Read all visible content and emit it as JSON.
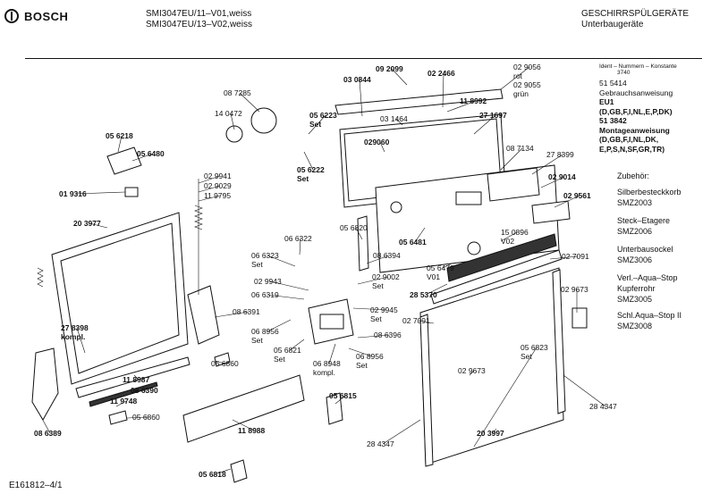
{
  "header": {
    "brand": "BOSCH",
    "model_lines": [
      "SMI3047EU/11–V01,weiss",
      "SMI3047EU/13–V02,weiss"
    ],
    "category_lines": [
      "GESCHIRRSPÜLGERÄTE",
      "Unterbaugeräte"
    ]
  },
  "side_panel": {
    "ident_header": "Ident – Nummern – Konstante",
    "ident_value": "3740",
    "lines": [
      {
        "text": "51 5414",
        "bold": false
      },
      {
        "text": "Gebrauchsanweisung",
        "bold": false
      },
      {
        "text": "EU1",
        "bold": true
      },
      {
        "text": "(D,GB,F,I,NL,E,P,DK)",
        "bold": true
      },
      {
        "text": "51 3842",
        "bold": true
      },
      {
        "text": "Montageanweisung",
        "bold": true
      },
      {
        "text": "(D,GB,F,I,NL,DK,",
        "bold": true
      },
      {
        "text": "E,P,S,N,SF,GR,TR)",
        "bold": true
      }
    ]
  },
  "accessories": {
    "title": "Zubehör:",
    "items": [
      [
        "Silberbesteckkorb",
        "SMZ2003"
      ],
      [
        "Steck–Etagere",
        "SMZ2006"
      ],
      [
        "Unterbausockel",
        "SMZ3006"
      ],
      [
        "Verl.–Aqua–Stop",
        "Kupferrohr",
        "SMZ3005"
      ],
      [
        "Schl.Aqua–Stop II",
        "SMZ3008"
      ]
    ]
  },
  "footer": {
    "code": "E161812–4/1"
  },
  "part_labels": [
    {
      "id": "087285",
      "lines": [
        "08 7285"
      ],
      "bold": false
    },
    {
      "id": "140472",
      "lines": [
        "14 0472"
      ],
      "bold": false
    },
    {
      "id": "056223",
      "lines": [
        "05 6223",
        "Set"
      ],
      "bold": true
    },
    {
      "id": "056222",
      "lines": [
        "05 6222",
        "Set"
      ],
      "bold": true
    },
    {
      "id": "030844",
      "lines": [
        "03 0844"
      ],
      "bold": true
    },
    {
      "id": "092099",
      "lines": [
        "09 2099"
      ],
      "bold": true
    },
    {
      "id": "022466",
      "lines": [
        "02 2466"
      ],
      "bold": true
    },
    {
      "id": "029056",
      "lines": [
        "02 9056",
        "rot",
        "02 9055",
        "grün"
      ],
      "bold": false
    },
    {
      "id": "031464",
      "lines": [
        "03 1464"
      ],
      "bold": false
    },
    {
      "id": "118992",
      "lines": [
        "11 8992"
      ],
      "bold": true
    },
    {
      "id": "271697",
      "lines": [
        "27 1697"
      ],
      "bold": true
    },
    {
      "id": "029060",
      "lines": [
        "029060"
      ],
      "bold": true
    },
    {
      "id": "087134",
      "lines": [
        "08 7134"
      ],
      "bold": false
    },
    {
      "id": "278399",
      "lines": [
        "27 8399"
      ],
      "bold": false
    },
    {
      "id": "029014",
      "lines": [
        "02 9014"
      ],
      "bold": true
    },
    {
      "id": "029561",
      "lines": [
        "02 9561"
      ],
      "bold": true
    },
    {
      "id": "056218",
      "lines": [
        "05 6218"
      ],
      "bold": true
    },
    {
      "id": "056480",
      "lines": [
        "05 6480"
      ],
      "bold": true
    },
    {
      "id": "029941",
      "lines": [
        "02 9941"
      ],
      "bold": false
    },
    {
      "id": "029029",
      "lines": [
        "02 9029"
      ],
      "bold": false
    },
    {
      "id": "119795",
      "lines": [
        "11 9795"
      ],
      "bold": false
    },
    {
      "id": "019316",
      "lines": [
        "01 9316"
      ],
      "bold": true
    },
    {
      "id": "203977",
      "lines": [
        "20 3977"
      ],
      "bold": true
    },
    {
      "id": "056820",
      "lines": [
        "05 6820"
      ],
      "bold": false
    },
    {
      "id": "063221",
      "lines": [
        "06 6322"
      ],
      "bold": false
    },
    {
      "id": "063223",
      "lines": [
        "06 6323",
        "Set"
      ],
      "bold": false
    },
    {
      "id": "086394",
      "lines": [
        "08 6394"
      ],
      "bold": false
    },
    {
      "id": "056481",
      "lines": [
        "05 6481"
      ],
      "bold": true
    },
    {
      "id": "150896",
      "lines": [
        "15 0896",
        "V02"
      ],
      "bold": false
    },
    {
      "id": "056479",
      "lines": [
        "05 6479",
        "V01"
      ],
      "bold": false
    },
    {
      "id": "029002",
      "lines": [
        "02 9002",
        "Set"
      ],
      "bold": false
    },
    {
      "id": "027091a",
      "lines": [
        "02 7091"
      ],
      "bold": false
    },
    {
      "id": "029943",
      "lines": [
        "02 9943"
      ],
      "bold": false
    },
    {
      "id": "066319",
      "lines": [
        "06 6319"
      ],
      "bold": false
    },
    {
      "id": "029945",
      "lines": [
        "02 9945",
        "Set"
      ],
      "bold": false
    },
    {
      "id": "285370",
      "lines": [
        "28 5370"
      ],
      "bold": true
    },
    {
      "id": "086391",
      "lines": [
        "08 6391"
      ],
      "bold": false
    },
    {
      "id": "278398",
      "lines": [
        "27 8398",
        "kompl."
      ],
      "bold": true
    },
    {
      "id": "068956a",
      "lines": [
        "06 8956",
        "Set"
      ],
      "bold": false
    },
    {
      "id": "056821",
      "lines": [
        "05 6821",
        "Set"
      ],
      "bold": false
    },
    {
      "id": "086396",
      "lines": [
        "08 6396"
      ],
      "bold": false
    },
    {
      "id": "027091b",
      "lines": [
        "02 7091"
      ],
      "bold": false
    },
    {
      "id": "029673a",
      "lines": [
        "02 9673"
      ],
      "bold": false
    },
    {
      "id": "056860a",
      "lines": [
        "05 6860"
      ],
      "bold": false
    },
    {
      "id": "118987",
      "lines": [
        "11 8987"
      ],
      "bold": true
    },
    {
      "id": "086390",
      "lines": [
        "08 6390"
      ],
      "bold": true
    },
    {
      "id": "119748",
      "lines": [
        "11 9748"
      ],
      "bold": true
    },
    {
      "id": "056860b",
      "lines": [
        "05 6860"
      ],
      "bold": false
    },
    {
      "id": "068948",
      "lines": [
        "06 8948",
        "kompl."
      ],
      "bold": false
    },
    {
      "id": "068956b",
      "lines": [
        "06 8956",
        "Set"
      ],
      "bold": false
    },
    {
      "id": "029673b",
      "lines": [
        "02 9673"
      ],
      "bold": false
    },
    {
      "id": "056823",
      "lines": [
        "05 6823",
        "Set"
      ],
      "bold": false
    },
    {
      "id": "056815",
      "lines": [
        "05 6815"
      ],
      "bold": true
    },
    {
      "id": "086389",
      "lines": [
        "08 6389"
      ],
      "bold": true
    },
    {
      "id": "118988",
      "lines": [
        "11 8988"
      ],
      "bold": true
    },
    {
      "id": "284347a",
      "lines": [
        "28 4347"
      ],
      "bold": false
    },
    {
      "id": "284347b",
      "lines": [
        "28 4347"
      ],
      "bold": false
    },
    {
      "id": "203997",
      "lines": [
        "20 3997"
      ],
      "bold": true
    },
    {
      "id": "056818",
      "lines": [
        "05 6818"
      ],
      "bold": true
    }
  ]
}
